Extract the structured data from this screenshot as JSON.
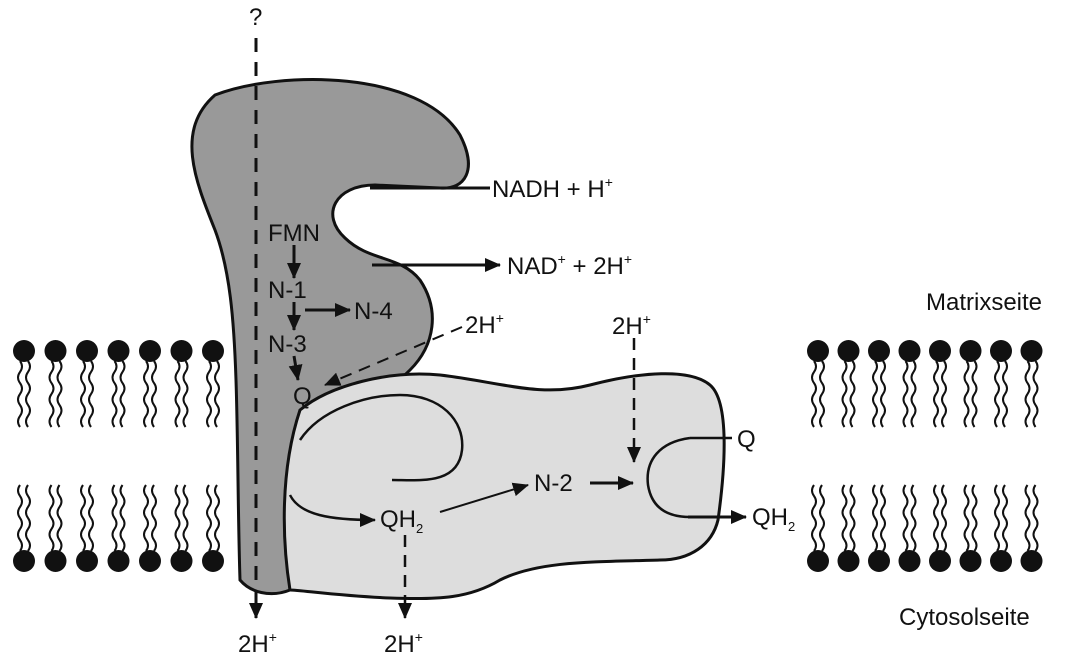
{
  "colors": {
    "outline": "#111111",
    "protein_dark": "#999999",
    "protein_light": "#dddddd",
    "background": "#ffffff",
    "lipid": "#111111"
  },
  "labels": {
    "question": "?",
    "nadh": "NADH + H",
    "nadh_sup": "+",
    "nad": "NAD",
    "nad_sup": "+",
    "nad_rest": " + 2H",
    "nad_rest_sup": "+",
    "fmn": "FMN",
    "n1": "N-1",
    "n3": "N-3",
    "n4": "N-4",
    "q_inner": "Q",
    "proton_q": "2H",
    "proton_q_sup": "+",
    "proton_right": "2H",
    "proton_right_sup": "+",
    "qh2_center": "QH",
    "qh2_center_sub": "2",
    "n2": "N-2",
    "q_right": "Q",
    "qh2_right": "QH",
    "qh2_right_sub": "2",
    "bottom_left": "2H",
    "bottom_left_sup": "+",
    "bottom_center": "2H",
    "bottom_center_sup": "+",
    "matrix_side": "Matrixseite",
    "cytosol_side": "Cytosolseite"
  },
  "icons": [
    "phospholipid-icon",
    "arrow-icon"
  ]
}
